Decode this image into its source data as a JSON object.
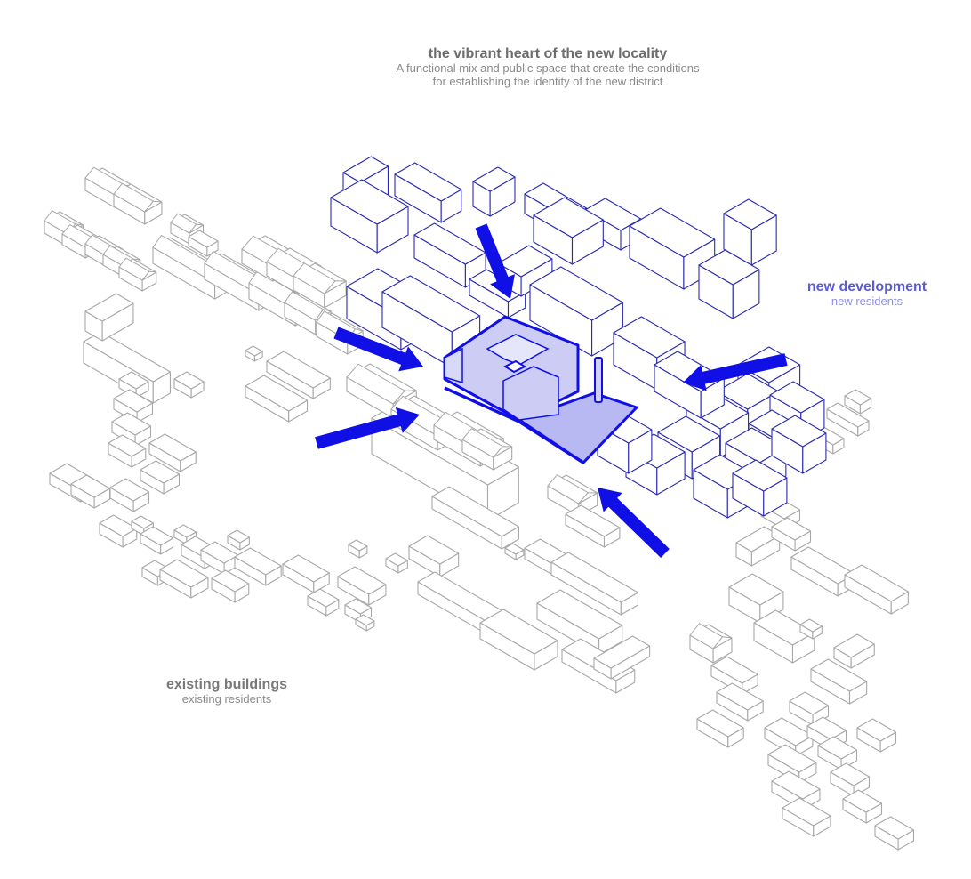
{
  "labels": {
    "heart": {
      "title": "the vibrant heart of the new locality",
      "line1": "A functional mix and public space that create the conditions",
      "line2": "for establishing the identity of the new district"
    },
    "new_development": {
      "title": "new development",
      "subtitle": "new residents"
    },
    "existing": {
      "title": "existing buildings",
      "subtitle": "existing residents"
    }
  },
  "colors": {
    "accent": "#1010e6",
    "new_building_stroke": "#2a2ab0",
    "existing_stroke": "#a8a8a8",
    "heart_fill": "#ccccf5",
    "plaza_fill": "#b8b8f2",
    "label_grey": "#6d6d6d"
  },
  "arrows": [
    {
      "id": "north",
      "direction": "down-right"
    },
    {
      "id": "west",
      "direction": "right-down"
    },
    {
      "id": "southwest",
      "direction": "right-up"
    },
    {
      "id": "south",
      "direction": "up-left"
    },
    {
      "id": "east",
      "direction": "left"
    }
  ]
}
